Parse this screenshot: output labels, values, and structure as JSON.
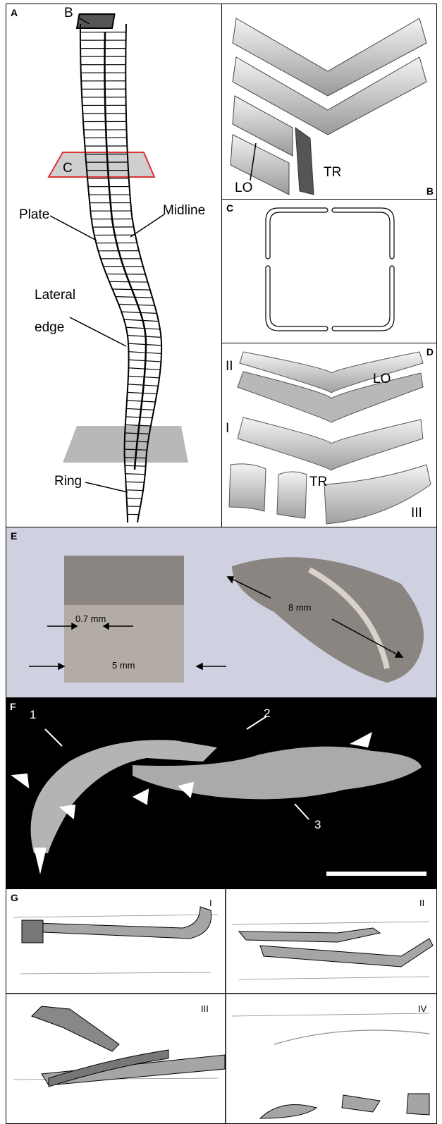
{
  "panels": {
    "A": {
      "letter": "A",
      "labels": {
        "b": "B",
        "c": "C",
        "plate": "Plate",
        "midline": "Midline",
        "lateral": "Lateral",
        "edge": "edge",
        "ring": "Ring"
      }
    },
    "B": {
      "letter": "B",
      "labels": {
        "lo": "LO",
        "tr": "TR"
      }
    },
    "C": {
      "letter": "C"
    },
    "D": {
      "letter": "D",
      "labels": {
        "ii": "II",
        "i": "I",
        "iii": "III",
        "lo": "LO",
        "tr": "TR"
      }
    },
    "E": {
      "letter": "E",
      "labels": {
        "small": "0.7 mm",
        "width": "5 mm",
        "length": "8 mm"
      }
    },
    "F": {
      "letter": "F",
      "labels": {
        "n1": "1",
        "n2": "2",
        "n3": "3"
      }
    },
    "G": {
      "letter": "G",
      "labels": {
        "i": "I",
        "ii": "II",
        "iii": "III",
        "iv": "IV"
      }
    }
  },
  "colors": {
    "panel_e_bg": "#cfd0e0",
    "panel_f_bg": "#000000",
    "fossil": "#8a8580",
    "shading": "#c8c8c8"
  }
}
